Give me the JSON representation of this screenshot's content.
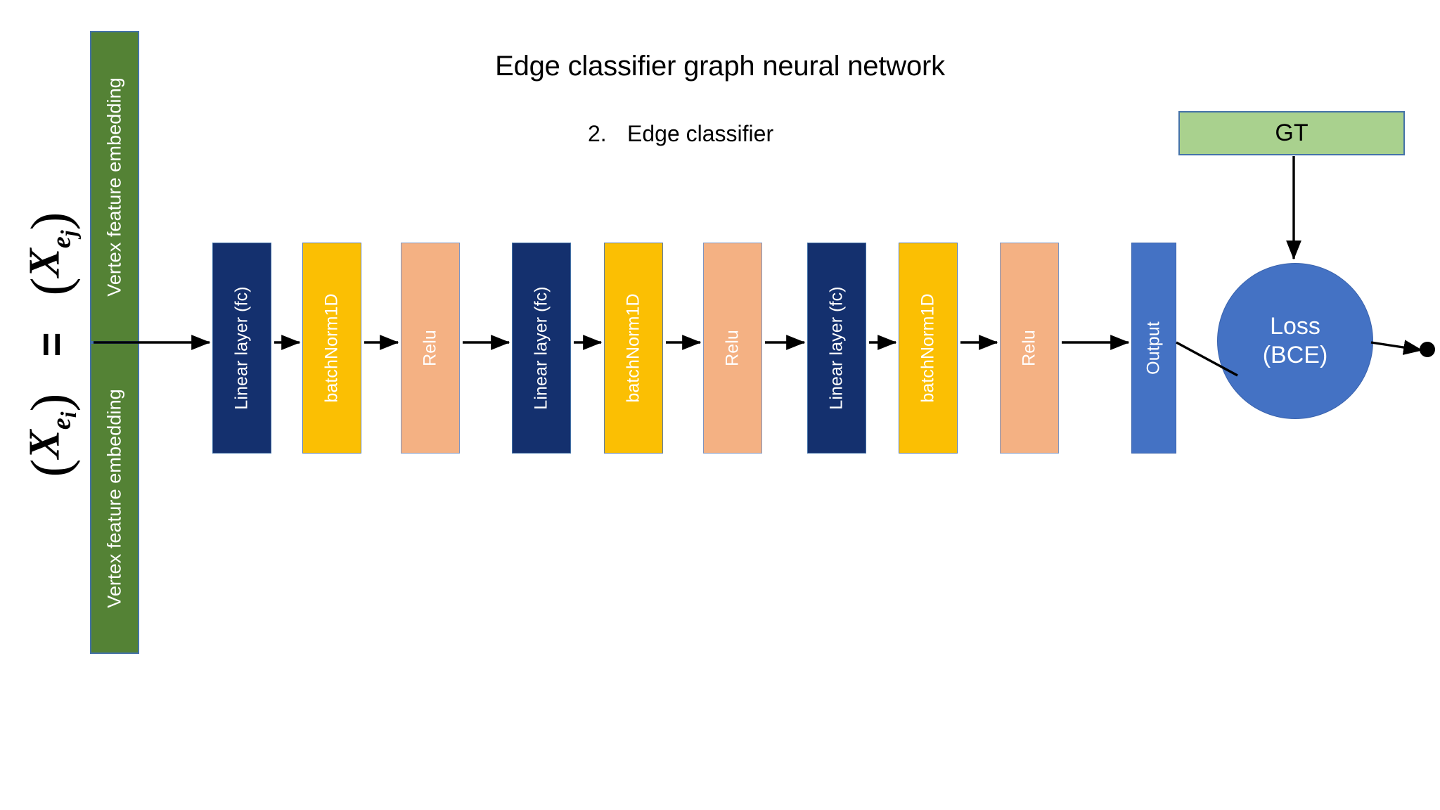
{
  "header": {
    "title": "Edge classifier graph neural network",
    "subtitle_number": "2.",
    "subtitle_text": "Edge classifier"
  },
  "math": {
    "term_top": {
      "open": "(",
      "var": "X",
      "sub": "e",
      "sub_sub": "j",
      "close": ")"
    },
    "operator": "=",
    "term_bottom": {
      "open": "(",
      "var": "X",
      "sub": "e",
      "sub_sub": "i",
      "close": ")"
    },
    "rendered": "( X e j )  =  ( X e i )"
  },
  "input": {
    "top_label": "Vertex feature embedding",
    "bottom_label": "Vertex feature embedding",
    "color": "#548235",
    "border_color": "#4472a8"
  },
  "pipeline": {
    "colors": {
      "linear": "#14306e",
      "batchnorm": "#fbbf03",
      "relu": "#f4b183",
      "output": "#4472c4"
    },
    "layers": [
      {
        "label": "Linear layer (fc)",
        "type": "linear"
      },
      {
        "label": "batchNorm1D",
        "type": "bnorm"
      },
      {
        "label": "Relu",
        "type": "relu"
      },
      {
        "label": "Linear layer (fc)",
        "type": "linear"
      },
      {
        "label": "batchNorm1D",
        "type": "bnorm"
      },
      {
        "label": "Relu",
        "type": "relu"
      },
      {
        "label": "Linear layer (fc)",
        "type": "linear"
      },
      {
        "label": "batchNorm1D",
        "type": "bnorm"
      },
      {
        "label": "Relu",
        "type": "relu"
      },
      {
        "label": "Output",
        "type": "output"
      }
    ]
  },
  "ground_truth": {
    "label": "GT",
    "color": "#a9d18e",
    "border_color": "#4472a8"
  },
  "loss": {
    "line1": "Loss",
    "line2": "(BCE)",
    "color": "#4472c4"
  }
}
